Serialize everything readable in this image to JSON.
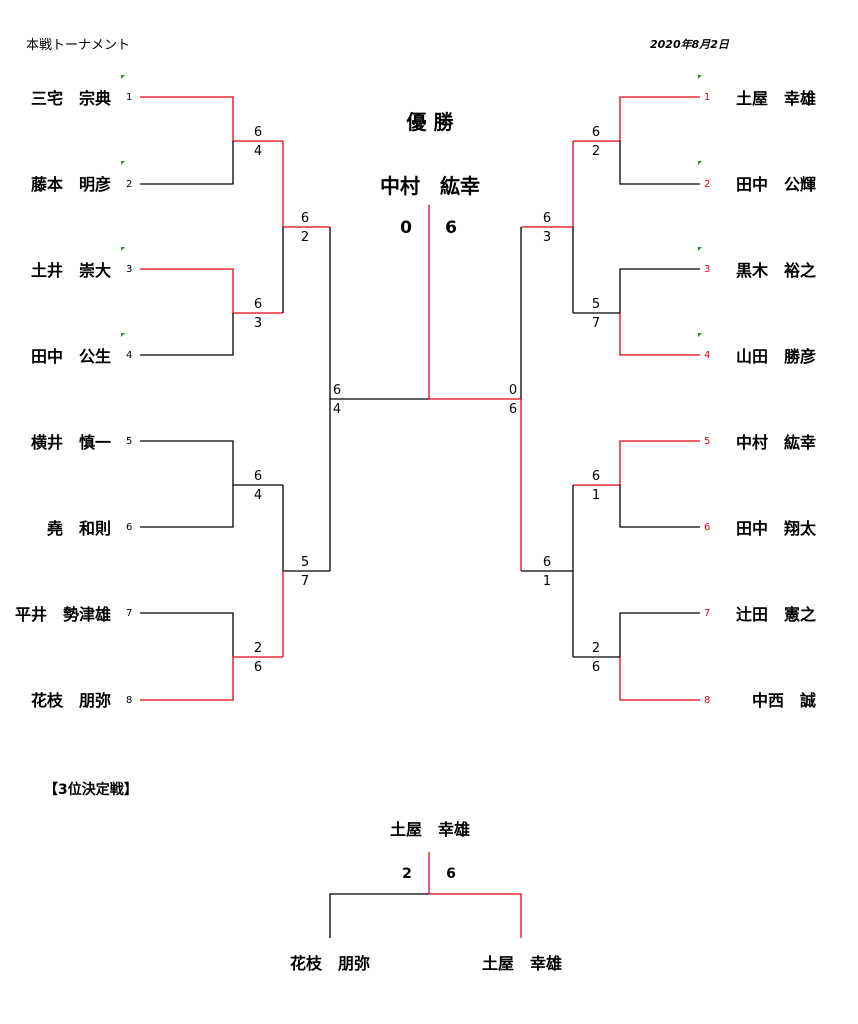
{
  "header": {
    "title": "本戦トーナメント",
    "date": "2020年8月2日"
  },
  "final": {
    "heading": "優 勝",
    "champion": "中村　紘幸",
    "score_left": "0",
    "score_right": "6"
  },
  "left_players": [
    {
      "seed": "1",
      "name": "三宅　宗典"
    },
    {
      "seed": "2",
      "name": "藤本　明彦"
    },
    {
      "seed": "3",
      "name": "土井　崇大"
    },
    {
      "seed": "4",
      "name": "田中　公生"
    },
    {
      "seed": "5",
      "name": "横井　慎一"
    },
    {
      "seed": "6",
      "name": "堯　和則"
    },
    {
      "seed": "7",
      "name": "平井　勢津雄"
    },
    {
      "seed": "8",
      "name": "花枝　朋弥"
    }
  ],
  "right_players": [
    {
      "seed": "1",
      "name": "土屋　幸雄"
    },
    {
      "seed": "2",
      "name": "田中　公輝"
    },
    {
      "seed": "3",
      "name": "黒木　裕之"
    },
    {
      "seed": "4",
      "name": "山田　勝彦"
    },
    {
      "seed": "5",
      "name": "中村　紘幸"
    },
    {
      "seed": "6",
      "name": "田中　翔太"
    },
    {
      "seed": "7",
      "name": "辻田　憲之"
    },
    {
      "seed": "8",
      "name": "中西　誠"
    }
  ],
  "left_scores": {
    "r1": [
      [
        "6",
        "4"
      ],
      [
        "6",
        "3"
      ],
      [
        "6",
        "4"
      ],
      [
        "2",
        "6"
      ]
    ],
    "r2": [
      [
        "6",
        "2"
      ],
      [
        "5",
        "7"
      ]
    ],
    "r3": [
      "6",
      "4"
    ]
  },
  "right_scores": {
    "r1": [
      [
        "6",
        "2"
      ],
      [
        "5",
        "7"
      ],
      [
        "6",
        "1"
      ],
      [
        "2",
        "6"
      ]
    ],
    "r2": [
      [
        "6",
        "3"
      ],
      [
        "6",
        "1"
      ]
    ],
    "r3": [
      "0",
      "6"
    ]
  },
  "third_place": {
    "heading": "【3位決定戦】",
    "winner": "土屋　幸雄",
    "score_left": "2",
    "score_right": "6",
    "player_left": "花枝　朋弥",
    "player_right": "土屋　幸雄"
  },
  "colors": {
    "win": "#e60012",
    "line": "#000000",
    "flag": "#2e8b2e"
  }
}
